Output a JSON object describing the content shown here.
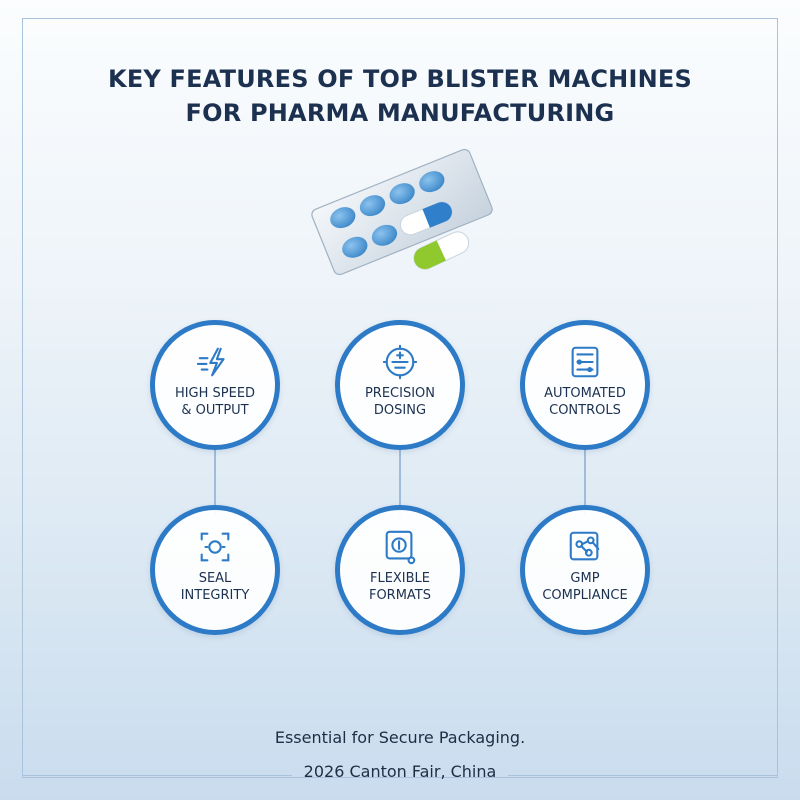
{
  "title": {
    "line1": "KEY FEATURES OF TOP BLISTER MACHINES",
    "line2": "FOR PHARMA MANUFACTURING"
  },
  "illustration": "blister-pack-with-capsules",
  "colors": {
    "accent": "#2d7ac7",
    "title": "#1c3150",
    "pill_blue": "#4a9ad9",
    "capsule_green": "#8fc92e"
  },
  "features": [
    {
      "line1": "HIGH SPEED",
      "line2": "& OUTPUT",
      "icon": "lightning-icon"
    },
    {
      "line1": "PRECISION",
      "line2": "DOSING",
      "icon": "dosing-gauge-icon"
    },
    {
      "line1": "AUTOMATED",
      "line2": "CONTROLS",
      "icon": "control-panel-icon"
    },
    {
      "line1": "SEAL",
      "line2": "INTEGRITY",
      "icon": "seal-target-icon"
    },
    {
      "line1": "FLEXIBLE",
      "line2": "FORMATS",
      "icon": "format-frame-icon"
    },
    {
      "line1": "GMP",
      "line2": "COMPLIANCE",
      "icon": "compliance-network-icon"
    }
  ],
  "footer": {
    "line1": "Essential for Secure Packaging.",
    "line2": "2026 Canton Fair, China"
  }
}
